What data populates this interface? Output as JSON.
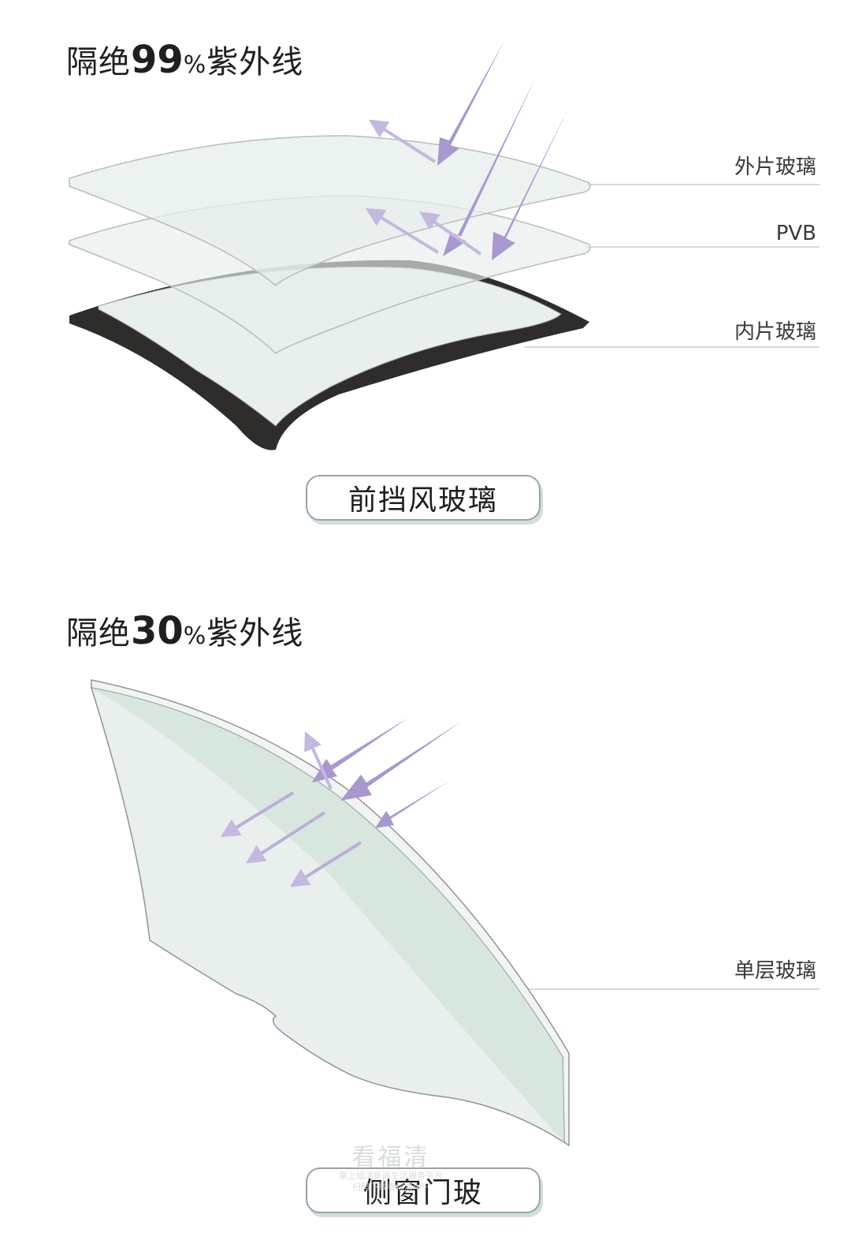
{
  "section1": {
    "headline_prefix": "隔绝",
    "headline_number": "99",
    "headline_percent": "%",
    "headline_suffix": "紫外线",
    "labels": [
      "外片玻璃",
      "PVB",
      "内片玻璃"
    ],
    "caption": "前挡风玻璃"
  },
  "section2": {
    "headline_prefix": "隔绝",
    "headline_number": "30",
    "headline_percent": "%",
    "headline_suffix": "紫外线",
    "labels": [
      "单层玻璃"
    ],
    "caption": "侧窗门玻"
  },
  "watermark": {
    "main": "看福清",
    "line1": "掌上福清新闻生活服务平台",
    "line2": "扫码下载看福清APP"
  },
  "colors": {
    "uv_arrow": "#a898cf",
    "glass_fill": "#e6eeeb",
    "inner_frame": "#2f2d2b",
    "side_glass": "#d6e5dd",
    "caption_shadow": "#cfe0d8",
    "leader_line": "#c8cccb"
  },
  "icons": [
    "uv-arrow-icon",
    "reflected-arrow-icon"
  ]
}
